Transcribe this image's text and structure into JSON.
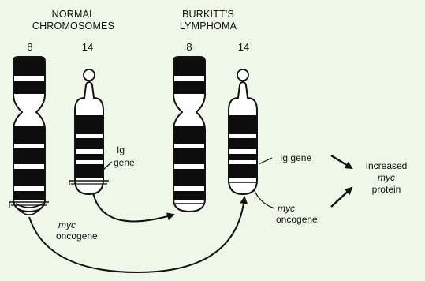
{
  "diagram": {
    "normal": {
      "heading_line1": "NORMAL",
      "heading_line2": "CHROMOSOMES",
      "chr8_label": "8",
      "chr14_label": "14",
      "ig_label_line1": "Ig",
      "ig_label_line2": "gene",
      "myc_label_line1": "myc",
      "myc_label_line2": "oncogene"
    },
    "lymphoma": {
      "heading_line1": "BURKITT'S",
      "heading_line2": "LYMPHOMA",
      "chr8_label": "8",
      "chr14_label": "14",
      "ig_label": "Ig gene",
      "myc_label_line1": "myc",
      "myc_label_line2": "oncogene"
    },
    "result": {
      "line1": "Increased",
      "line2": "myc",
      "line3": "protein"
    }
  },
  "colors": {
    "background": "#eef7e8",
    "ink": "#111111",
    "band_dark": "#0d0d0d"
  }
}
